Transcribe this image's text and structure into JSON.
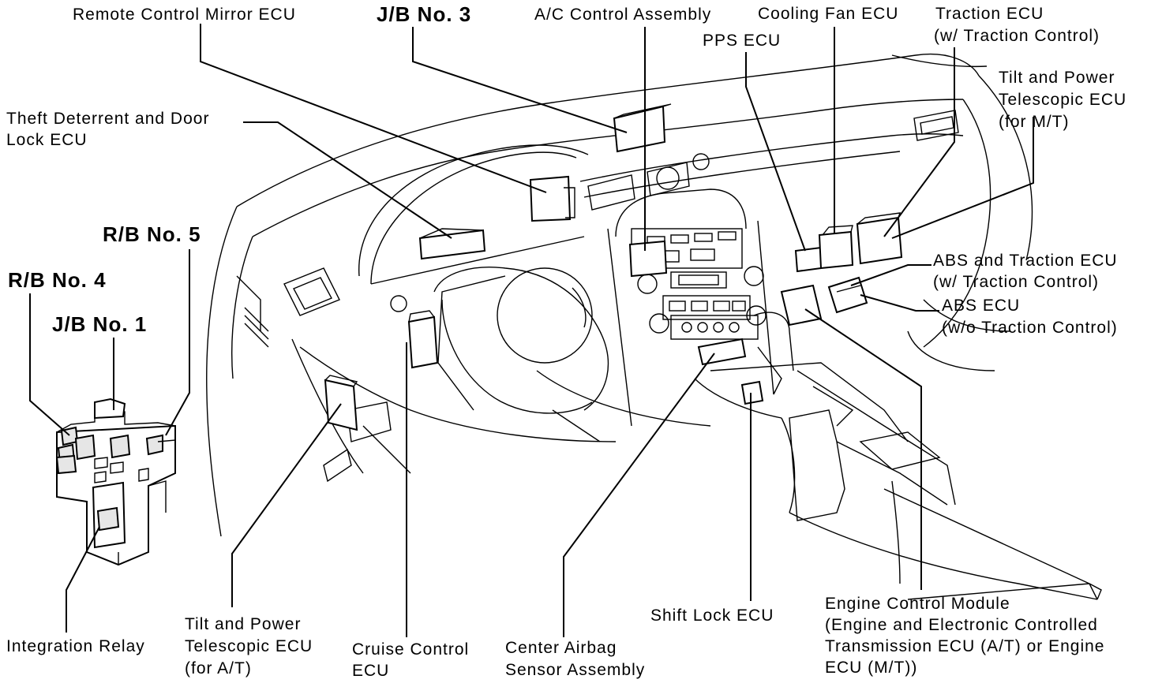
{
  "labels": {
    "remote_mirror": "Remote Control Mirror ECU",
    "jb3": "J/B No. 3",
    "ac": "A/C Control Assembly",
    "cooling": "Cooling Fan ECU",
    "traction_1": "Traction ECU",
    "traction_2": "(w/ Traction Control)",
    "pps": "PPS ECU",
    "tilt_mt_1": "Tilt and Power",
    "tilt_mt_2": "Telescopic ECU",
    "tilt_mt_3": "(for M/T)",
    "theft_1": "Theft Deterrent and Door",
    "theft_2": "Lock ECU",
    "rb5": "R/B No. 5",
    "rb4": "R/B No. 4",
    "jb1": "J/B No. 1",
    "abs_tc_1": "ABS and Traction ECU",
    "abs_tc_2": "(w/ Traction Control)",
    "abs_1": "ABS ECU",
    "abs_2": "(w/o Traction Control)",
    "integration": "Integration Relay",
    "tilt_at_1": "Tilt and Power",
    "tilt_at_2": "Telescopic ECU",
    "tilt_at_3": "(for A/T)",
    "cruise_1": "Cruise Control",
    "cruise_2": "ECU",
    "airbag_1": "Center Airbag",
    "airbag_2": "Sensor Assembly",
    "shift": "Shift Lock ECU",
    "ecm_1": "Engine Control Module",
    "ecm_2": "(Engine and Electronic Controlled",
    "ecm_3": "Transmission ECU (A/T) or Engine",
    "ecm_4": "ECU (M/T))"
  }
}
